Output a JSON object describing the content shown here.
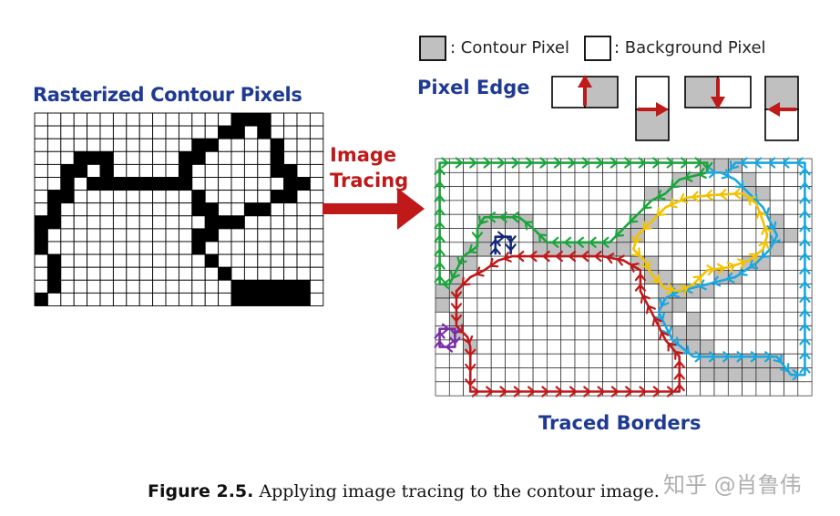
{
  "left_panel": {
    "title": "Rasterized Contour Pixels"
  },
  "legend": {
    "contour_label": ": Contour Pixel",
    "background_label": ": Background Pixel",
    "contour_color": "#c0c0c0",
    "background_color": "#ffffff"
  },
  "pixel_edge": {
    "title": "Pixel Edge",
    "arrow_color": "#c0191a"
  },
  "arrow": {
    "label_line1": "Image",
    "label_line2": "Tracing",
    "color": "#c0191a"
  },
  "right_panel": {
    "title": "Traced Borders"
  },
  "border_colors": {
    "green": "#1aa53c",
    "red": "#c0191a",
    "yellow": "#f2c200",
    "cyan": "#1aa7df",
    "navy": "#14287a",
    "purple": "#7a2da8"
  },
  "caption": {
    "label": "Figure 2.5.",
    "text": "Applying image tracing to the contour image."
  },
  "watermark": "知乎 @肖鲁伟"
}
